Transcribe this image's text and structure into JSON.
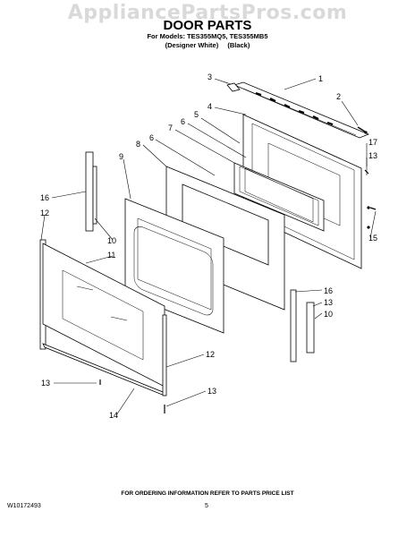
{
  "watermark": "AppliancePartsPros.com",
  "title": "DOOR PARTS",
  "models_line": "For Models: TES355MQ5, TES355MB5",
  "variants": [
    "(Designer White)",
    "(Black)"
  ],
  "callouts": [
    "1",
    "2",
    "3",
    "4",
    "5",
    "6",
    "7",
    "8",
    "6",
    "9",
    "16",
    "12",
    "10",
    "11",
    "17",
    "13",
    "15",
    "16",
    "13",
    "10",
    "12",
    "13",
    "13",
    "14"
  ],
  "footer_note": "FOR ORDERING INFORMATION REFER TO PARTS PRICE LIST",
  "doc_number": "W10172493",
  "page_number": "5"
}
